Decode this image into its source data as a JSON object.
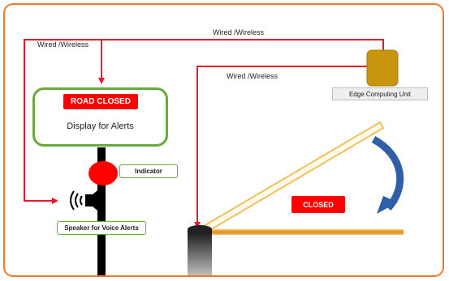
{
  "connections": {
    "top_label": "Wired /Wireless",
    "left_label": "Wired /Wireless",
    "middle_label": "Wired /Wireless"
  },
  "display": {
    "alert_text": "ROAD CLOSED",
    "label": "Display for Alerts"
  },
  "indicator": {
    "label": "Indicator"
  },
  "speaker": {
    "label": "Speaker for Voice Alerts"
  },
  "edge_unit": {
    "label": "Edge Computing Unit"
  },
  "barrier": {
    "status_text": "CLOSED"
  },
  "colors": {
    "frame": "#f07a2a",
    "wire": "#e8182b",
    "alert_red": "#ff0000",
    "display_border": "#6aaa3a",
    "edge_unit": "#c8960c",
    "barrier_arm": "#e6a020",
    "rotation_arrow": "#2e5fa8"
  }
}
